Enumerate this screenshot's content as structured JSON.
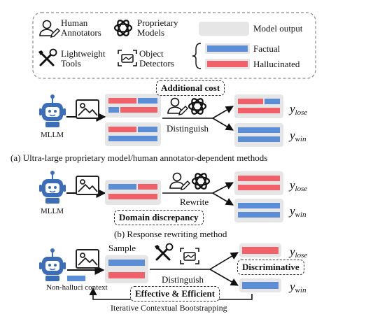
{
  "legend": {
    "human_annotators": "Human Annotators",
    "proprietary_models": "Proprietary Models",
    "model_output": "Model output",
    "lightweight_tools": "Lightweight Tools",
    "object_detectors": "Object Detectors",
    "factual": "Factual",
    "hallucinated": "Hallucinated"
  },
  "colors": {
    "factual": "#5b8ed6",
    "hallucinated": "#f0616a",
    "output_box": "#e6e6e6",
    "robot": "#3c6db8"
  },
  "panel_a": {
    "tag": "Additional cost",
    "model": "MLLM",
    "step": "Distinguish",
    "y_lose": "y",
    "y_lose_sub": "lose",
    "y_win": "y",
    "y_win_sub": "win",
    "caption": "(a) Ultra-large proprietary model/human annotator-dependent methods"
  },
  "panel_b": {
    "model": "MLLM",
    "step": "Rewrite",
    "tag": "Domain discrepancy",
    "y_lose": "y",
    "y_lose_sub": "lose",
    "y_win": "y",
    "y_win_sub": "win",
    "caption": "(b) Response rewriting method"
  },
  "panel_c": {
    "sample": "Sample",
    "context": "Non-halluci context",
    "step": "Distinguish",
    "tag_discriminative": "Discriminative",
    "tag_effective": "Effective & Efficient",
    "y_lose": "y",
    "y_lose_sub": "lose",
    "y_win": "y",
    "y_win_sub": "win",
    "loop": "Iterative Contextual Bootstrapping"
  }
}
